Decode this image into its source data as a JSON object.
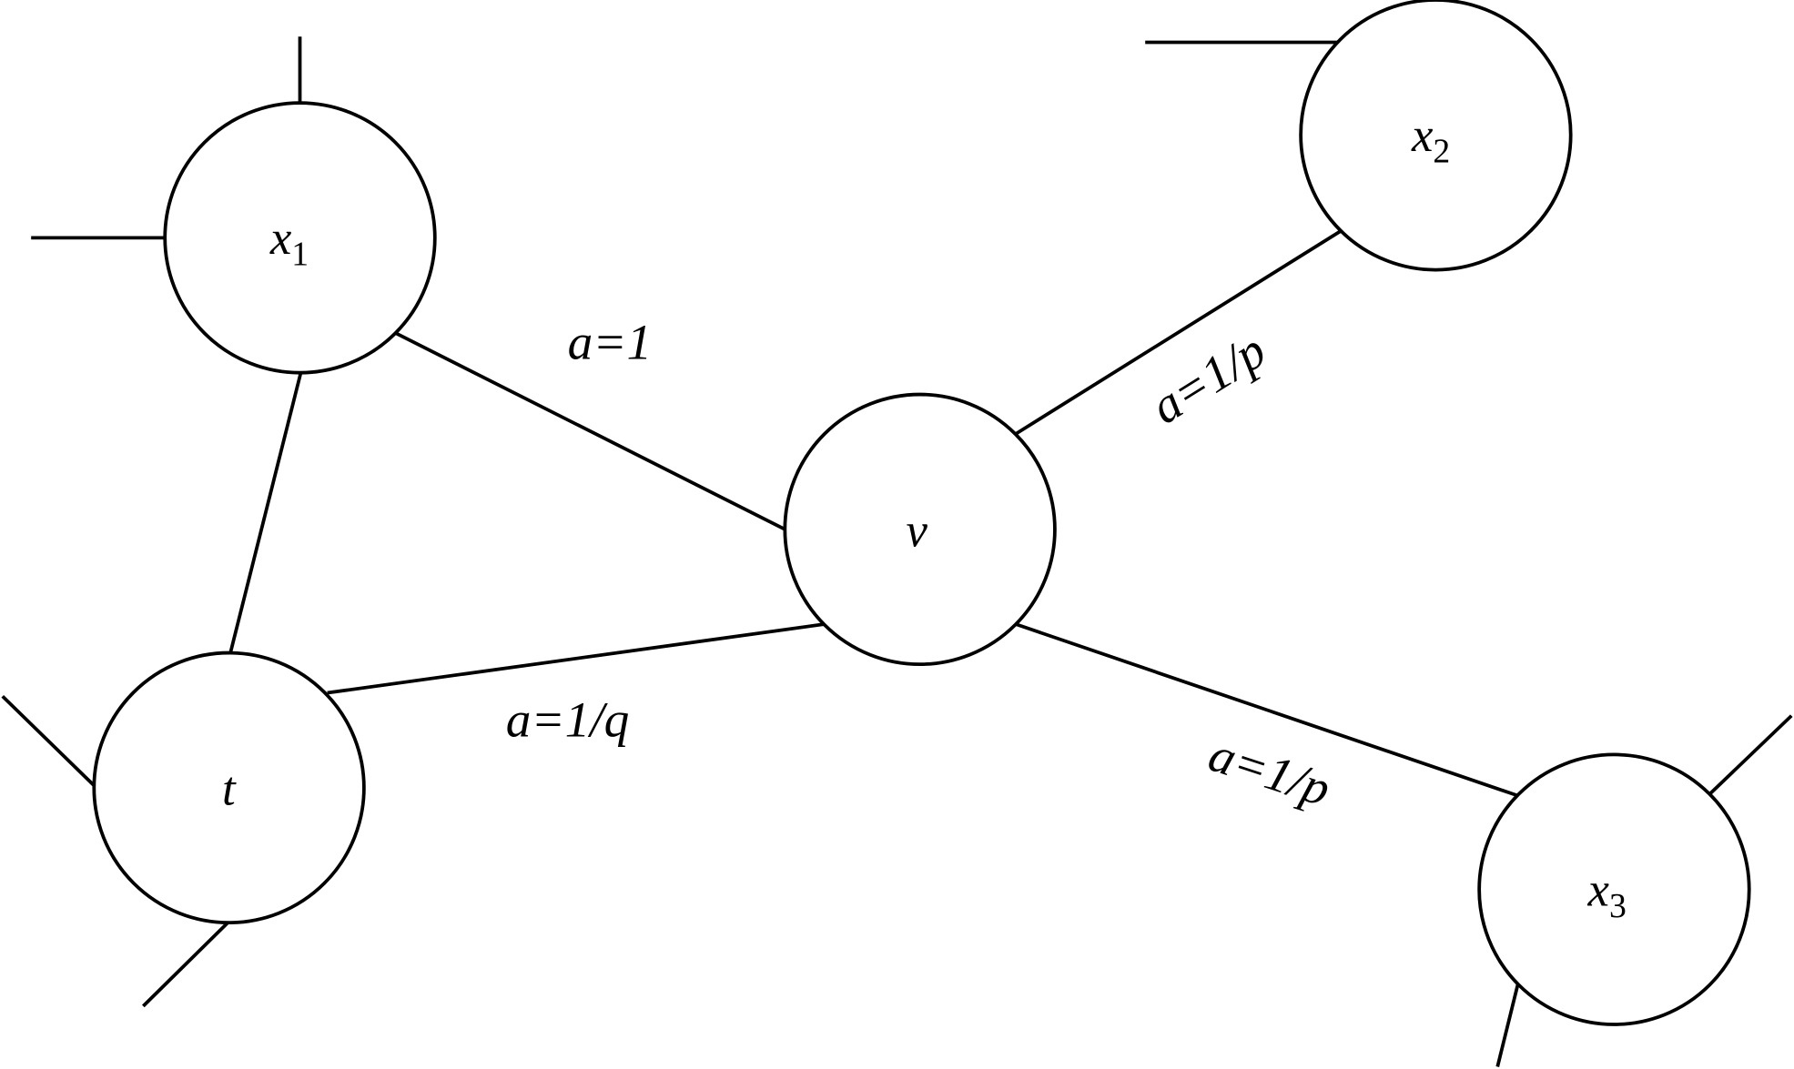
{
  "nodes": {
    "x1": {
      "name": "x",
      "sub": "1"
    },
    "x2": {
      "name": "x",
      "sub": "2"
    },
    "x3": {
      "name": "x",
      "sub": "3"
    },
    "v": {
      "name": "v"
    },
    "t": {
      "name": "t"
    }
  },
  "edges": {
    "x1_v": "a=1",
    "v_x2": "a=1/p",
    "t_v": "a=1/q",
    "v_x3": "a=1/p"
  },
  "colors": {
    "stroke": "#000000",
    "background": "#ffffff"
  }
}
